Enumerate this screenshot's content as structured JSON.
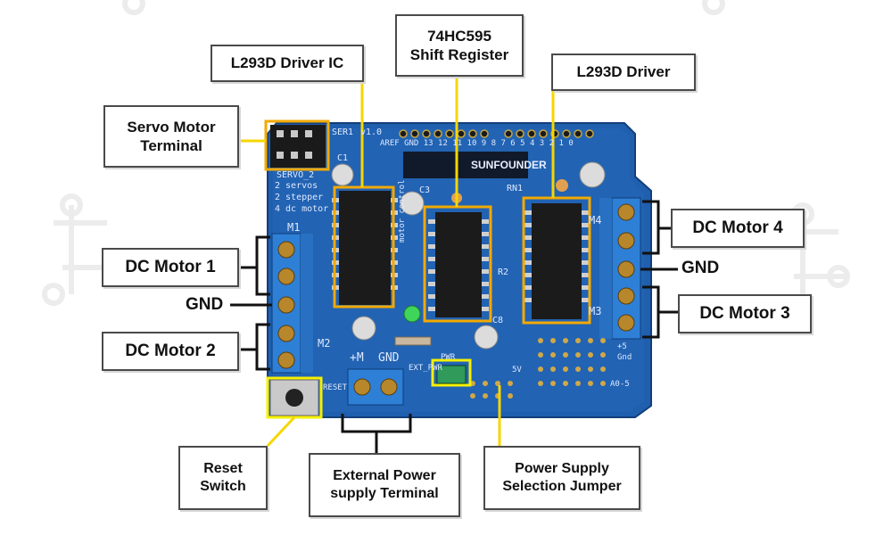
{
  "colors": {
    "pcb": "#1f5fae",
    "pcb_dark": "#164a8c",
    "terminal": "#2e7fd6",
    "highlight": "#f2a900",
    "jumper_highlight": "#f6f000",
    "connector_line": "#f6d600",
    "label_border": "#4a4a4a"
  },
  "labels": {
    "l293d_driver_ic": "L293D Driver IC",
    "shift_register": [
      "74HC595",
      "Shift Register"
    ],
    "l293d_driver": "L293D Driver",
    "servo_motor_terminal": [
      "Servo Motor",
      "Terminal"
    ],
    "dc_motor_1": "DC Motor 1",
    "gnd_left": "GND",
    "dc_motor_2": "DC Motor 2",
    "dc_motor_4": "DC Motor 4",
    "gnd_right": "GND",
    "dc_motor_3": "DC Motor 3",
    "reset_switch": [
      "Reset",
      "Switch"
    ],
    "external_power": [
      "External Power",
      "supply Terminal"
    ],
    "power_jumper": [
      "Power Supply",
      "Selection Jumper"
    ]
  },
  "board_silkscreen": {
    "brand": "SUNFOUNDER",
    "version": "v1.0",
    "header_pins": "AREF GND 13 12 11 10 9 8   7 6 5 4 3 2 1 0",
    "servo1": "SER1",
    "servo2": "SERVO_2",
    "servo_count": "2 servos",
    "stepper": "2 stepper",
    "dc_motor": "4 dc motor",
    "m1": "M1",
    "m2": "M2",
    "m3": "M3",
    "m4": "M4",
    "plus_m": "+M",
    "gnd": "GND",
    "ext_pwr": "EXT_PWR",
    "reset": "RESET",
    "pwr": "PWR",
    "voltage": "5V",
    "analog": "A0-5",
    "plus5": "+5",
    "gnd_small": "Gnd",
    "c1": "C1",
    "c3": "C3",
    "c8": "C8",
    "rn1": "RN1",
    "r2": "R2",
    "motor_control": "motor control"
  }
}
